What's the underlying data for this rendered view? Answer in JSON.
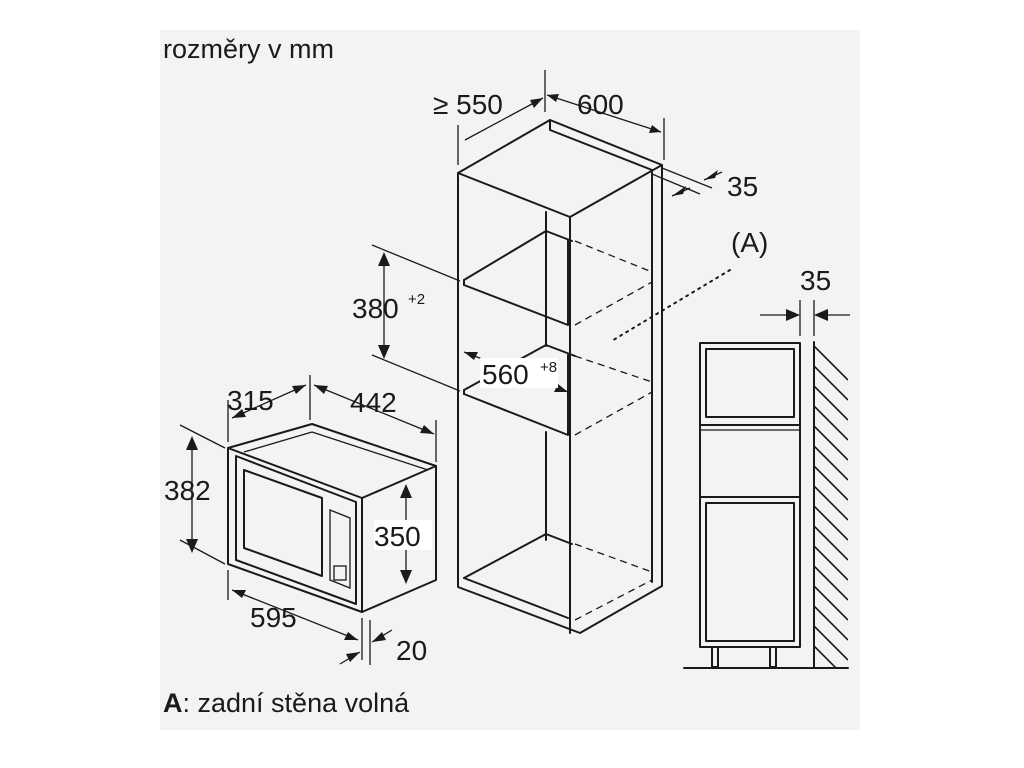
{
  "title": "rozměry v mm",
  "note": {
    "key": "A",
    "text": ": zadní stěna volná"
  },
  "callout": "(A)",
  "dimensions": {
    "cabinet_min_depth": "≥ 550",
    "cabinet_width": "600",
    "back_gap": "35",
    "niche_height": "380",
    "niche_height_tol": "+2",
    "niche_width": "560",
    "niche_width_tol": "+8",
    "mw_depth": "315",
    "mw_inner_width": "442",
    "mw_height": "382",
    "mw_inner_height": "350",
    "mw_width": "595",
    "mw_frame": "20",
    "side_gap": "35"
  },
  "colors": {
    "panel": "#f3f3f3",
    "line": "#1a1a1a"
  }
}
